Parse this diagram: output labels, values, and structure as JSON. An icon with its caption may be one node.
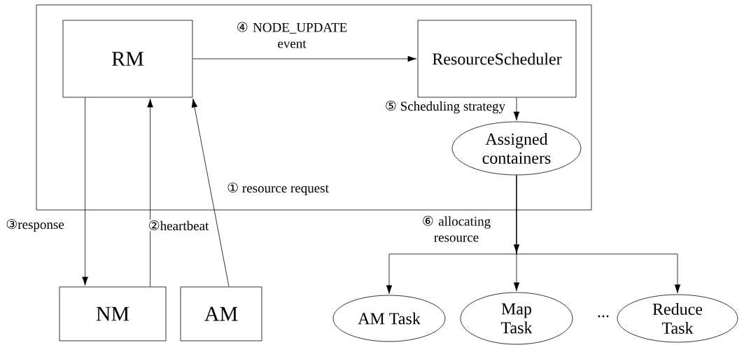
{
  "diagram": {
    "nodes": [
      {
        "text": [],
        "shape": "box"
      },
      {
        "text": [
          "RM"
        ],
        "in": 0
      },
      {
        "text": [
          "ResourceScheduler"
        ],
        "in": 0
      },
      {
        "text": [
          "Assigned containers"
        ],
        "in": 0
      },
      {
        "text": [
          "NM"
        ]
      },
      {
        "text": [
          "AM"
        ]
      },
      {
        "text": [
          "AM Task"
        ]
      },
      {
        "text": [
          "Map Task"
        ]
      },
      {
        "text": [
          "Reduce Task"
        ]
      }
    ],
    "edges": [
      {
        "from": 1,
        "to": 2,
        "arrow": "to",
        "label": "④ NODE_UPDATE event"
      },
      {
        "from": 2,
        "to": 3,
        "arrow": "to",
        "label": "⑤ Scheduling strategy"
      },
      {
        "from": 1,
        "to": 4,
        "arrow": "to",
        "label": "③response"
      },
      {
        "from": 4,
        "to": 1,
        "arrow": "to",
        "label": "②heartbeat"
      },
      {
        "from": 5,
        "to": 1,
        "arrow": "to",
        "label": "① resource request"
      },
      {
        "from": 3,
        "to": 6,
        "arrow": "to"
      },
      {
        "from": 3,
        "to": 7,
        "arrow": "to",
        "label": "⑥ allocating resource"
      },
      {
        "from": 3,
        "to": 8,
        "arrow": "to"
      }
    ],
    "labels": [
      "..."
    ]
  }
}
